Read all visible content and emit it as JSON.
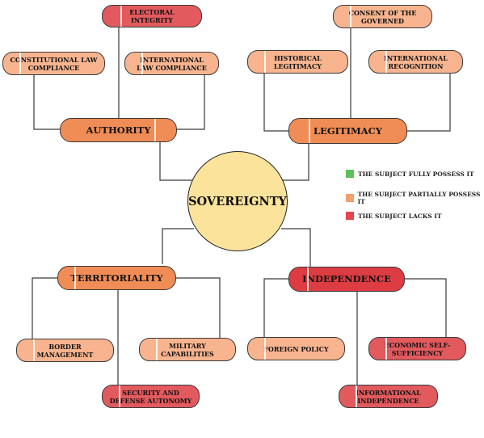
{
  "center": {
    "label": "SOVEREIGNTY",
    "color": "#fbe39c"
  },
  "pillars": {
    "authority": {
      "label": "AUTHORITY",
      "status": "partial"
    },
    "legitimacy": {
      "label": "LEGITIMACY",
      "status": "partial"
    },
    "territoriality": {
      "label": "TERRITORIALITY",
      "status": "partial"
    },
    "independence": {
      "label": "INDEPENDENCE",
      "status": "lacks"
    }
  },
  "criteria": {
    "electoral_integrity": {
      "label": "ELECTORAL INTEGRITY",
      "status": "lacks"
    },
    "constitutional_law": {
      "label": "CONSTITUTIONAL LAW COMPLIANCE",
      "status": "partial"
    },
    "international_law": {
      "label": "INTERNATIONAL LAW COMPLIANCE",
      "status": "partial"
    },
    "consent_governed": {
      "label": "CONSENT OF THE GOVERNED",
      "status": "partial"
    },
    "historical_legitimacy": {
      "label": "HISTORICAL LEGITIMACY",
      "status": "partial"
    },
    "international_recognition": {
      "label": "INTERNATIONAL RECOGNITION",
      "status": "partial"
    },
    "border_management": {
      "label": "BORDER MANAGEMENT",
      "status": "partial"
    },
    "military_capabilities": {
      "label": "MILITARY CAPABILITIES",
      "status": "partial"
    },
    "security_defense": {
      "label": "SECURITY AND DEFENSE AUTONOMY",
      "status": "lacks"
    },
    "foreign_policy": {
      "label": "FOREIGN POLICY",
      "status": "partial"
    },
    "economic_self_sufficiency": {
      "label": "ECONOMIC SELF-SUFFICIENCY",
      "status": "lacks"
    },
    "informational_independence": {
      "label": "INFORMATIONAL INDEPENDENCE",
      "status": "lacks"
    }
  },
  "legend": {
    "full": {
      "label": "THE SUBJECT FULLY POSSESS IT",
      "color": "#5cc05c"
    },
    "partial": {
      "label": "THE SUBJECT PARTIALLY POSSESS IT",
      "color": "#f4a06c"
    },
    "lacks": {
      "label": "THE SUBJECT LACKS IT",
      "color": "#e2474c"
    }
  }
}
